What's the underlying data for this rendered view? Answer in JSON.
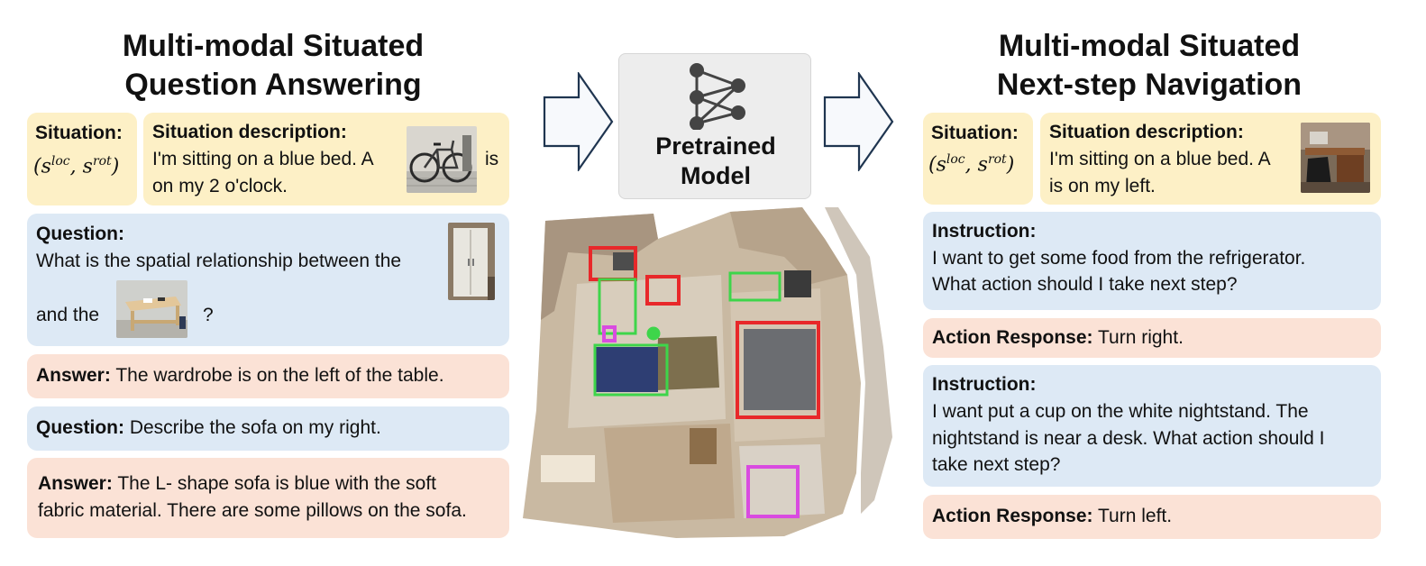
{
  "left": {
    "title_line1": "Multi-modal Situated",
    "title_line2": "Question Answering",
    "situation_label": "Situation:",
    "situation_math": {
      "base": "s",
      "loc": "loc",
      "rot": "rot"
    },
    "situation_desc_label": "Situation description:",
    "situation_desc_line1a": "I'm sitting on a  blue bed. A",
    "situation_desc_line1b": "is",
    "situation_desc_line2": "on my 2 o'clock.",
    "question1_label": "Question:",
    "question1_line1": "What is the spatial relationship between  the",
    "question1_line2a": "and the",
    "question1_line2b": "?",
    "answer1_label": "Answer:",
    "answer1_text": " The wardrobe is on the left of the table.",
    "question2_label": "Question:",
    "question2_text": " Describe the sofa on my right.",
    "answer2_label": "Answer:",
    "answer2_line1": " The L- shape sofa is blue with the soft",
    "answer2_line2": "fabric material. There are some pillows on the sofa."
  },
  "center": {
    "model_label_line1": "Pretrained",
    "model_label_line2": "Model"
  },
  "right": {
    "title_line1": "Multi-modal Situated",
    "title_line2": "Next-step Navigation",
    "situation_label": "Situation:",
    "situation_math": {
      "base": "s",
      "loc": "loc",
      "rot": "rot"
    },
    "situation_desc_label": "Situation description:",
    "situation_desc_line1": "I'm sitting on a blue bed. A",
    "situation_desc_line2": "is on my left.",
    "instruction1_label": "Instruction:",
    "instruction1_line1": "I want to get some food from the refrigerator.",
    "instruction1_line2": "What action should I take next step?",
    "action1_label": "Action Response:",
    "action1_text": " Turn right.",
    "instruction2_label": "Instruction:",
    "instruction2_line1": "I want put a cup on the white nightstand. The",
    "instruction2_line2": "nightstand is near a desk. What action should I",
    "instruction2_line3": "take next step?",
    "action2_label": "Action Response:",
    "action2_text": " Turn left."
  },
  "colors": {
    "situation_bg": "#fdf0c6",
    "question_bg": "#dde9f5",
    "answer_bg": "#fbe2d6",
    "arrow_stroke": "#1f3550",
    "bbox_red": "#e8282a",
    "bbox_green": "#3ed54a",
    "bbox_magenta": "#d94be0"
  },
  "icons": [
    "neural-network-icon",
    "right-arrow-icon"
  ]
}
